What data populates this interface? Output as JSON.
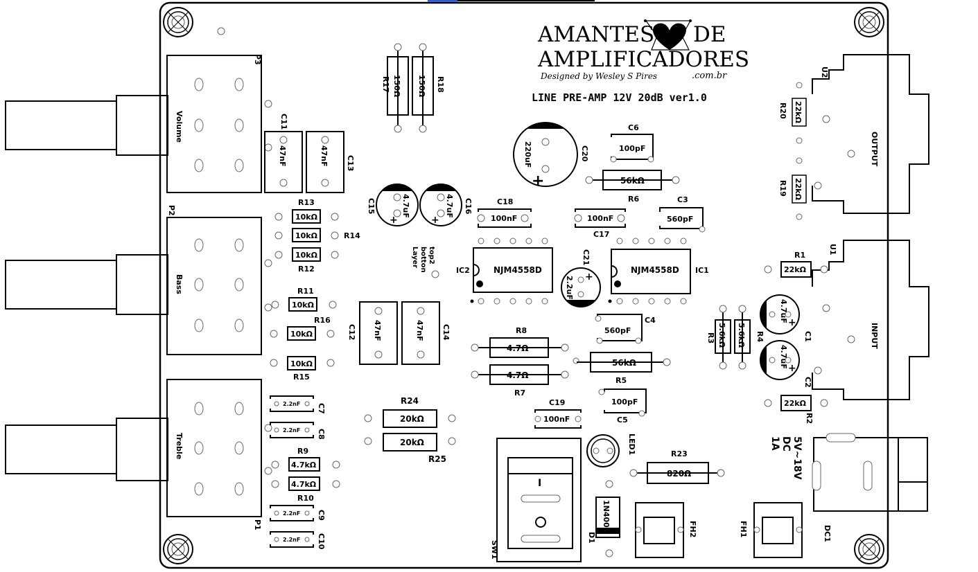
{
  "brand": {
    "line1": "AMANTES",
    "line1b": "DE",
    "line2": "AMPLIFICADORES",
    "signature": "Designed by Wesley S Pires",
    "domain": ".com.br"
  },
  "board_title": "LINE PRE-AMP 12V 20dB ver1.0",
  "layer_note": [
    "top2",
    "botton",
    "Layer"
  ],
  "power_label": [
    "5V~18V",
    "DC",
    "1A"
  ],
  "pots": {
    "p3": {
      "ref": "P3",
      "name": "Volume"
    },
    "p2": {
      "ref": "P2",
      "name": "Bass"
    },
    "p1": {
      "ref": "P1",
      "name": "Treble"
    }
  },
  "jacks": {
    "u2": {
      "ref": "U2",
      "name": "OUTPUT"
    },
    "u1": {
      "ref": "U1",
      "name": "INPUT"
    }
  },
  "ics": {
    "ic2": {
      "ref": "IC2",
      "part": "NJM4558D"
    },
    "ic1": {
      "ref": "IC1",
      "part": "NJM4558D"
    }
  },
  "resistors": {
    "r17": {
      "ref": "R17",
      "value": "150Ω"
    },
    "r18": {
      "ref": "R18",
      "value": "150Ω"
    },
    "r13": {
      "ref": "R13",
      "value": "10kΩ"
    },
    "r14": {
      "ref": "R14",
      "value": "10kΩ"
    },
    "r12": {
      "ref": "R12",
      "value": "10kΩ"
    },
    "r11": {
      "ref": "R11",
      "value": "10kΩ"
    },
    "r16": {
      "ref": "R16",
      "value": "10kΩ"
    },
    "r15": {
      "ref": "R15",
      "value": "10kΩ"
    },
    "r9": {
      "ref": "R9",
      "value": "4.7kΩ"
    },
    "r10": {
      "ref": "R10",
      "value": "4.7kΩ"
    },
    "r24": {
      "ref": "R24",
      "value": "20kΩ"
    },
    "r25": {
      "ref": "R25",
      "value": "20kΩ"
    },
    "r8": {
      "ref": "R8",
      "value": "4.7Ω"
    },
    "r7": {
      "ref": "R7",
      "value": "4.7Ω"
    },
    "r6": {
      "ref": "R6",
      "value": "56kΩ"
    },
    "r5": {
      "ref": "R5",
      "value": "56kΩ"
    },
    "r23": {
      "ref": "R23",
      "value": "820Ω"
    },
    "r20": {
      "ref": "R20",
      "value": "22kΩ"
    },
    "r19": {
      "ref": "R19",
      "value": "22kΩ"
    },
    "r1": {
      "ref": "R1",
      "value": "22kΩ"
    },
    "r2": {
      "ref": "R2",
      "value": "22kΩ"
    },
    "r3": {
      "ref": "R3",
      "value": "5.6kΩ"
    },
    "r4": {
      "ref": "R4",
      "value": "5.6kΩ"
    }
  },
  "capacitors": {
    "c11": {
      "ref": "C11",
      "value": "47nF"
    },
    "c13": {
      "ref": "C13",
      "value": "47nF"
    },
    "c12": {
      "ref": "C12",
      "value": "47nF"
    },
    "c14": {
      "ref": "C14",
      "value": "47nF"
    },
    "c15": {
      "ref": "C15",
      "value": "4.7uF"
    },
    "c16": {
      "ref": "C16",
      "value": "4.7uF"
    },
    "c20": {
      "ref": "C20",
      "value": "220uF"
    },
    "c21": {
      "ref": "C21",
      "value": "2.2uF"
    },
    "c1": {
      "ref": "C1",
      "value": "4.7uF"
    },
    "c2": {
      "ref": "C2",
      "value": "4.7uF"
    },
    "c6": {
      "ref": "C6",
      "value": "100pF"
    },
    "c5": {
      "ref": "C5",
      "value": "100pF"
    },
    "c3": {
      "ref": "C3",
      "value": "560pF"
    },
    "c4": {
      "ref": "C4",
      "value": "560pF"
    },
    "c18": {
      "ref": "C18",
      "value": "100nF"
    },
    "c17": {
      "ref": "C17",
      "value": "100nF"
    },
    "c19": {
      "ref": "C19",
      "value": "100nF"
    },
    "c7": {
      "ref": "C7",
      "value": "2.2nF"
    },
    "c8": {
      "ref": "C8",
      "value": "2.2nF"
    },
    "c9": {
      "ref": "C9",
      "value": "2.2nF"
    },
    "c10": {
      "ref": "C10",
      "value": "2.2nF"
    }
  },
  "misc": {
    "led1": {
      "ref": "LED1"
    },
    "d1": {
      "ref": "D1",
      "part": "1N4005"
    },
    "sw1": {
      "ref": "SW1",
      "on_mark": "I",
      "off_mark": "O"
    },
    "fh1": {
      "ref": "FH1"
    },
    "fh2": {
      "ref": "FH2"
    },
    "dc1": {
      "ref": "DC1"
    }
  },
  "plus_sign": "+"
}
